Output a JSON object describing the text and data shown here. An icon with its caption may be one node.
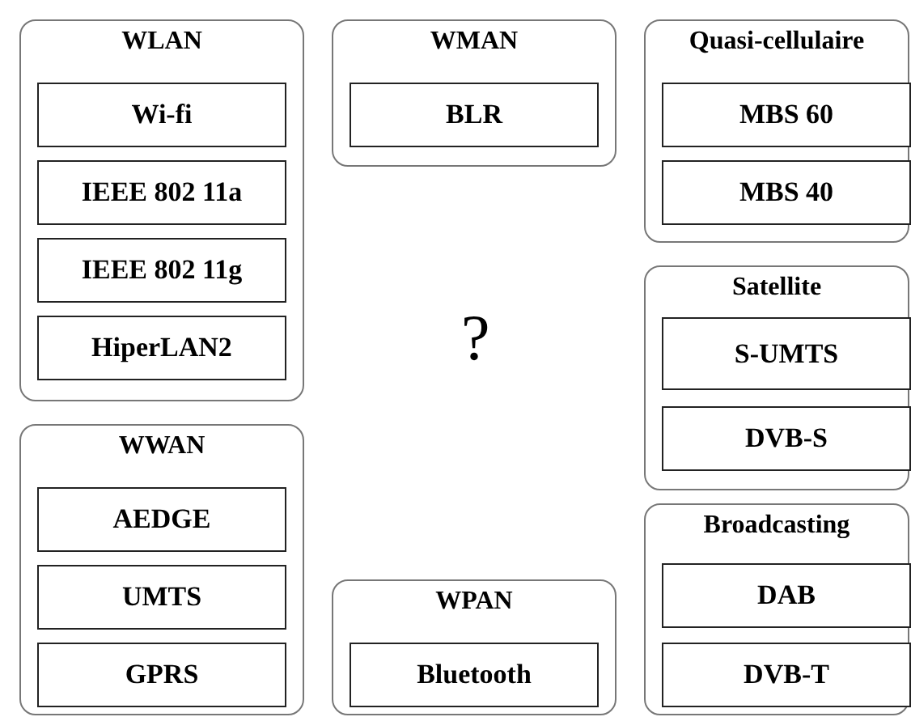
{
  "diagram": {
    "nodes": [
      {
        "text": [
          "WLAN"
        ]
      },
      {
        "text": [
          "Wi-fi"
        ],
        "in": 0
      },
      {
        "text": [
          "IEEE 802 11a"
        ],
        "in": 0
      },
      {
        "text": [
          "IEEE 802 11g"
        ],
        "in": 0
      },
      {
        "text": [
          "HiperLAN2"
        ],
        "in": 0
      },
      {
        "text": [
          "WMAN"
        ]
      },
      {
        "text": [
          "BLR"
        ],
        "in": 5
      },
      {
        "text": [
          "Quasi-cellulaire"
        ]
      },
      {
        "text": [
          "MBS 60"
        ],
        "in": 7
      },
      {
        "text": [
          "MBS 40"
        ],
        "in": 7
      },
      {
        "text": [
          "Satellite"
        ]
      },
      {
        "text": [
          "S-UMTS"
        ],
        "in": 10
      },
      {
        "text": [
          "DVB-S"
        ],
        "in": 10
      },
      {
        "text": [
          "WWAN"
        ]
      },
      {
        "text": [
          "AEDGE"
        ],
        "in": 13
      },
      {
        "text": [
          "UMTS"
        ],
        "in": 13
      },
      {
        "text": [
          "GPRS"
        ],
        "in": 13
      },
      {
        "text": [
          "WPAN"
        ]
      },
      {
        "text": [
          "Bluetooth"
        ],
        "in": 17
      },
      {
        "text": [
          "Broadcasting"
        ]
      },
      {
        "text": [
          "DAB"
        ],
        "in": 19
      },
      {
        "text": [
          "DVB-T"
        ],
        "in": 19
      }
    ],
    "labels": [
      "?"
    ]
  }
}
